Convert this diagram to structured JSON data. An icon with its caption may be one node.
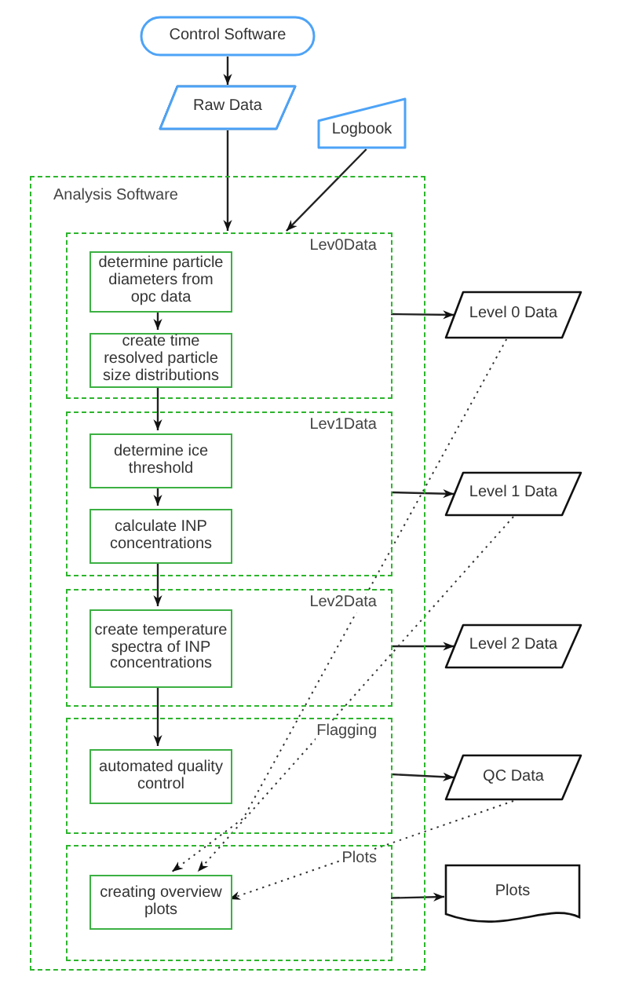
{
  "diagram": {
    "nodes": [
      {
        "text": [
          "Control Software"
        ]
      },
      {
        "text": [
          "Raw Data"
        ]
      },
      {
        "text": [
          "Logbook"
        ]
      },
      {
        "text": [
          "Analysis Software"
        ]
      },
      {
        "text": [
          "Lev0Data"
        ],
        "in": 3
      },
      {
        "text": [
          "determine particle diameters from opc data"
        ],
        "in": 4
      },
      {
        "text": [
          "create time resolved particle size distributions"
        ],
        "in": 4
      },
      {
        "text": [
          "Lev1Data"
        ],
        "in": 3
      },
      {
        "text": [
          "determine ice threshold"
        ],
        "in": 7
      },
      {
        "text": [
          "calculate INP concentrations"
        ],
        "in": 7
      },
      {
        "text": [
          "Lev2Data"
        ],
        "in": 3
      },
      {
        "text": [
          "create temperature spectra of INP concentrations"
        ],
        "in": 10
      },
      {
        "text": [
          "Flagging"
        ],
        "in": 3
      },
      {
        "text": [
          "automated quality control"
        ],
        "in": 12
      },
      {
        "text": [
          "Plots"
        ],
        "in": 3
      },
      {
        "text": [
          "creating overview plots"
        ],
        "in": 14
      },
      {
        "text": [
          "Level 0 Data"
        ]
      },
      {
        "text": [
          "Level 1 Data"
        ]
      },
      {
        "text": [
          "Level 2 Data"
        ]
      },
      {
        "text": [
          "QC Data"
        ]
      },
      {
        "text": [
          "Plots"
        ]
      }
    ],
    "edges": [
      {
        "from": 0,
        "to": 1,
        "arrow": "to"
      },
      {
        "from": 1,
        "to": 4,
        "arrow": "to"
      },
      {
        "from": 2,
        "to": 4,
        "arrow": "to"
      },
      {
        "from": 5,
        "to": 6,
        "arrow": "to"
      },
      {
        "from": 6,
        "to": 8,
        "arrow": "to"
      },
      {
        "from": 8,
        "to": 9,
        "arrow": "to"
      },
      {
        "from": 9,
        "to": 11,
        "arrow": "to"
      },
      {
        "from": 11,
        "to": 13,
        "arrow": "to"
      },
      {
        "from": 4,
        "to": 16,
        "arrow": "to"
      },
      {
        "from": 7,
        "to": 17,
        "arrow": "to"
      },
      {
        "from": 10,
        "to": 18,
        "arrow": "to"
      },
      {
        "from": 12,
        "to": 19,
        "arrow": "to"
      },
      {
        "from": 14,
        "to": 20,
        "arrow": "to"
      },
      {
        "from": 16,
        "to": 15,
        "arrow": "to",
        "style": "dashed"
      },
      {
        "from": 17,
        "to": 15,
        "arrow": "to",
        "style": "dashed"
      },
      {
        "from": 19,
        "to": 15,
        "arrow": "to",
        "style": "dashed"
      }
    ]
  }
}
